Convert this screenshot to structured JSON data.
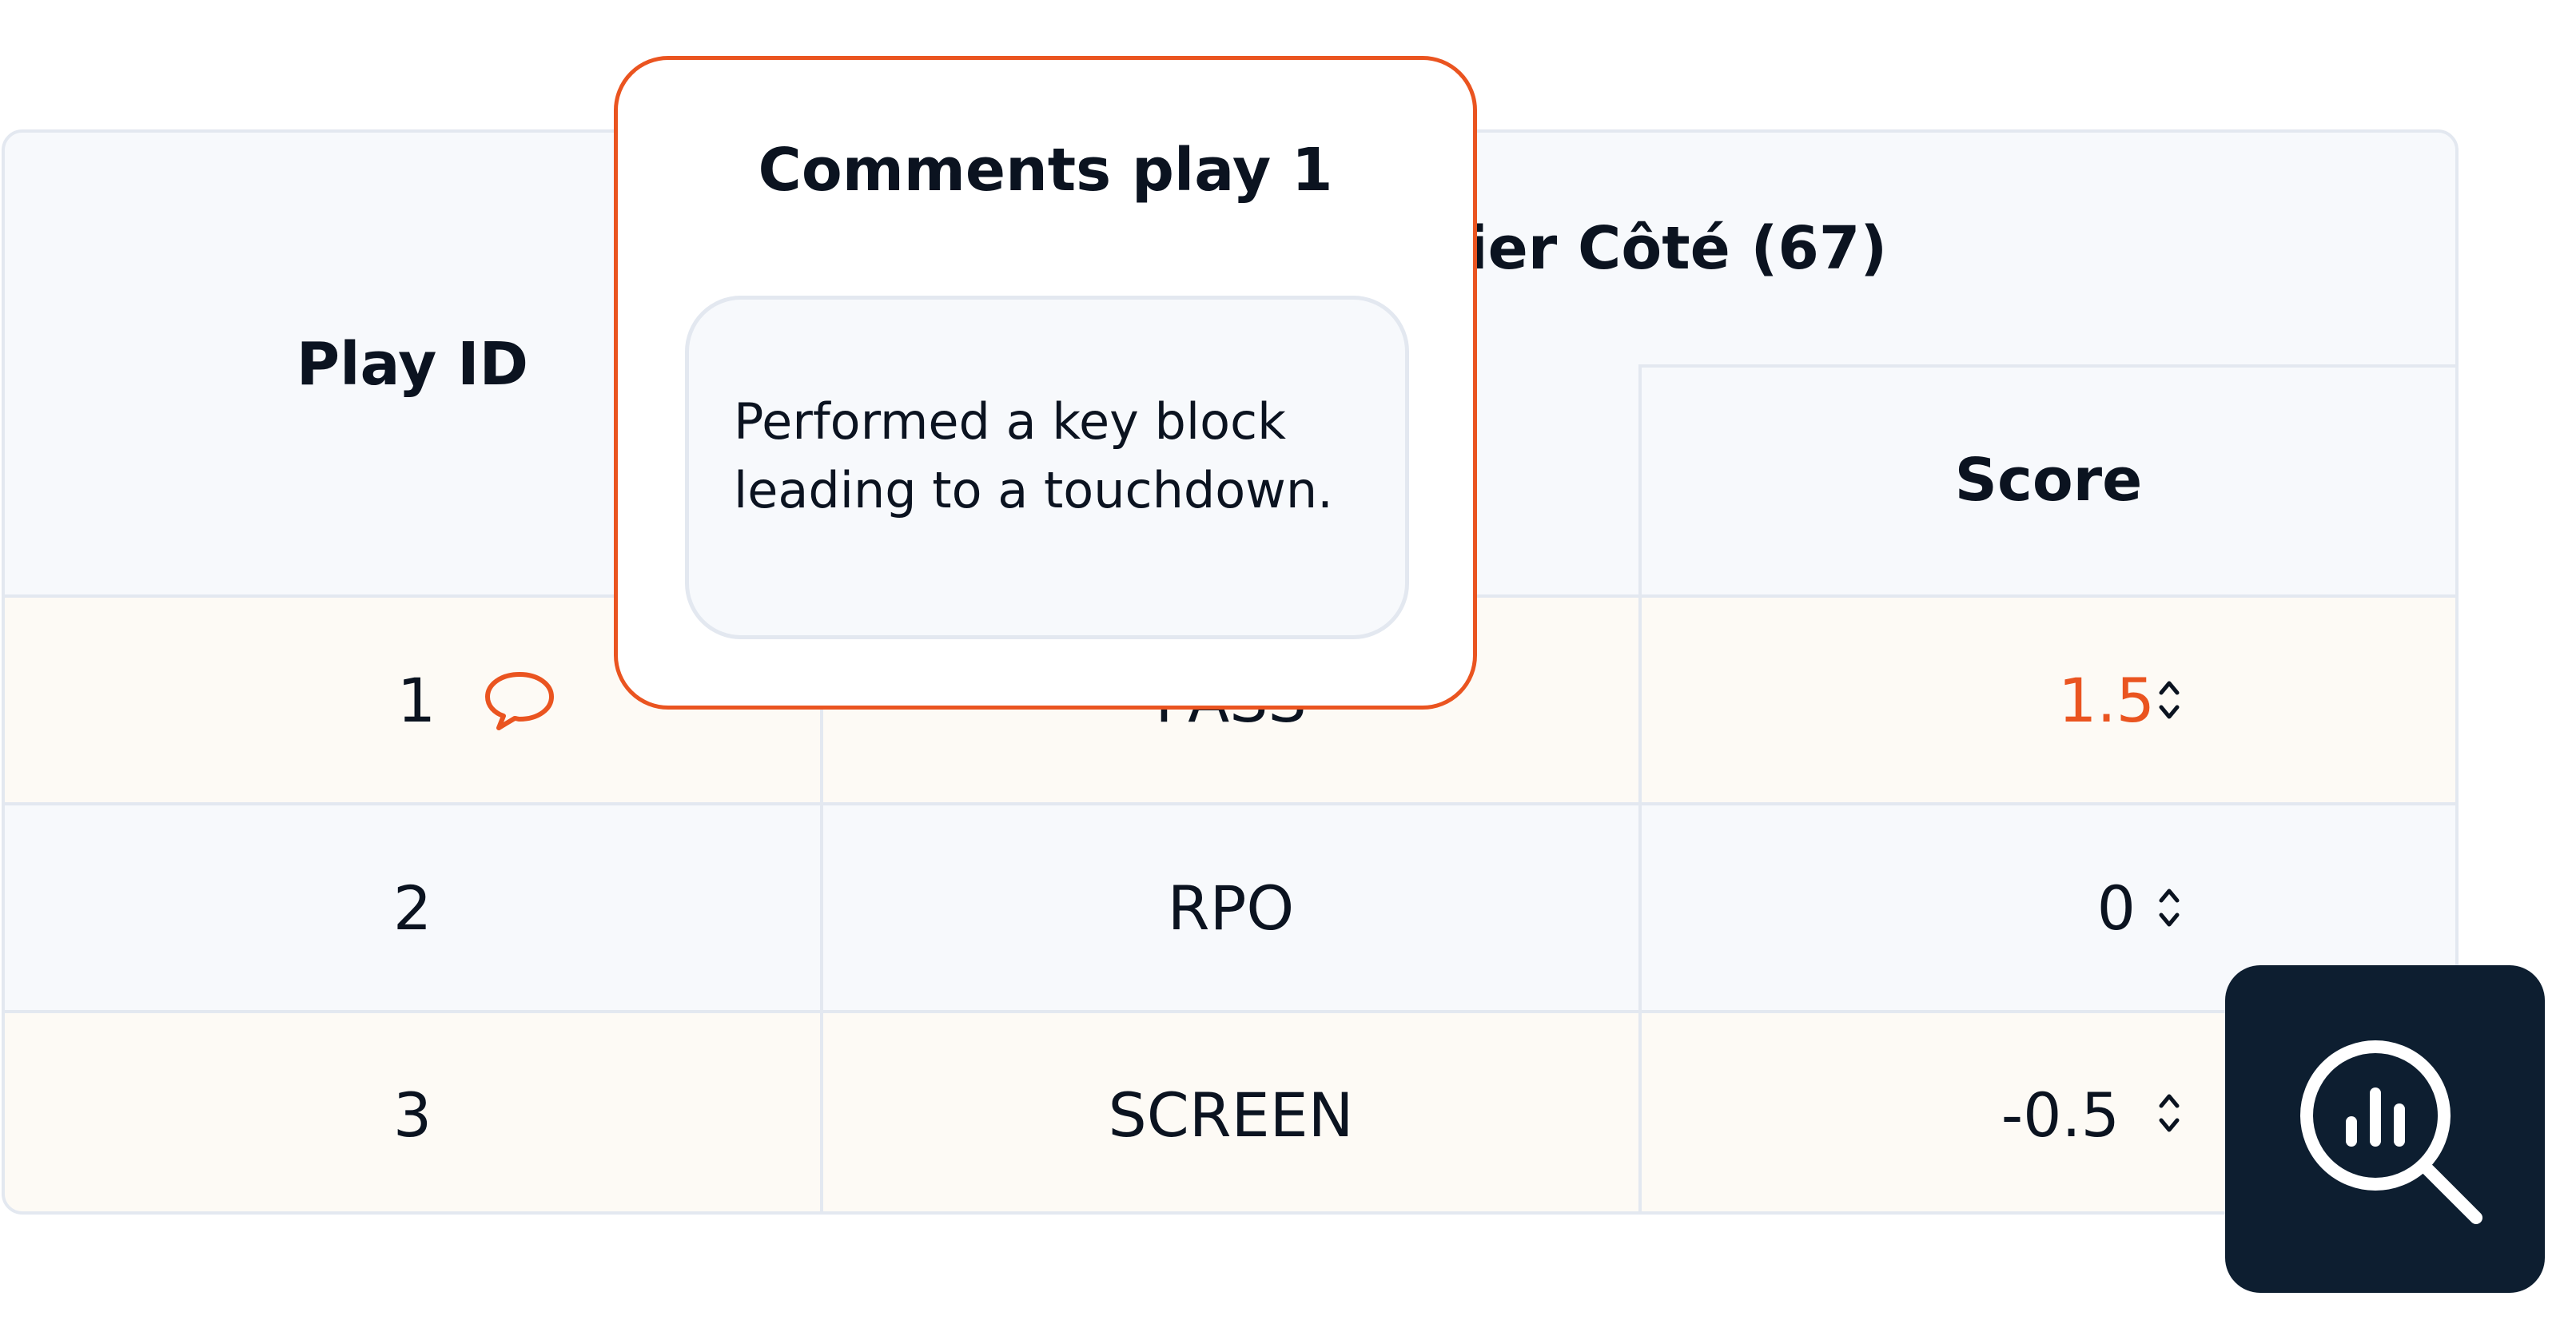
{
  "table": {
    "headers": {
      "play_id": "Play ID",
      "player_group": "vier Côté (67)",
      "score": "Score"
    },
    "rows": [
      {
        "play_id": "1",
        "play_type": "PASS",
        "score": "1.5",
        "has_comment": true
      },
      {
        "play_id": "2",
        "play_type": "RPO",
        "score": "0",
        "has_comment": false
      },
      {
        "play_id": "3",
        "play_type": "SCREEN",
        "score": "-0.5",
        "has_comment": false
      }
    ]
  },
  "tooltip": {
    "title": "Comments play 1",
    "comment": "Performed a key block leading to a touchdown."
  },
  "icons": {
    "comment": "speech-bubble-icon",
    "stepper": "chevron-up-down-icon",
    "analytics": "magnifier-bar-chart-icon"
  },
  "colors": {
    "accent": "#ea5420",
    "border": "#e3e8f0",
    "dark_button": "#0d1e30",
    "row_tan": "#fdfaf5",
    "row_blue": "#f7f9fc"
  }
}
